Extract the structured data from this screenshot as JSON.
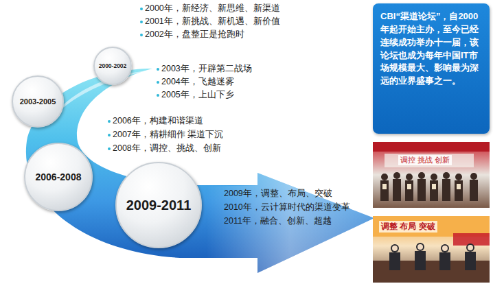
{
  "diagram": {
    "nodes": [
      {
        "text": [
          "2000-2002"
        ]
      },
      {
        "text": [
          "2003-2005"
        ]
      },
      {
        "text": [
          "2006-2008"
        ]
      },
      {
        "text": [
          "2009-2011"
        ]
      },
      {
        "text": [
          "CBI“渠道论坛”，自2000年起开始主办，至今已经连续成功举办十一届，该论坛也成为每年中国IT市场规模最大、影响最为深远的业界盛事之一。"
        ]
      }
    ],
    "labels": [
      "2000年，新经济、新思维、新渠道",
      "2001年，新挑战、新机遇、新价值",
      "2002年，盘整正是抢跑时",
      "2003年，开辟第二战场",
      "2004年，飞越迷雾",
      "2005年，上山下乡",
      "2006年，构建和谐渠道",
      "2007年，精耕细作 渠道下沉",
      "2008年，调控、挑战、创新",
      "2009年，调整、布局、突破",
      "2010年，云计算时代的渠道变革",
      "2011年，融合、创新、超越",
      "调控 挑战 创新",
      "调整 布局 突破"
    ]
  }
}
